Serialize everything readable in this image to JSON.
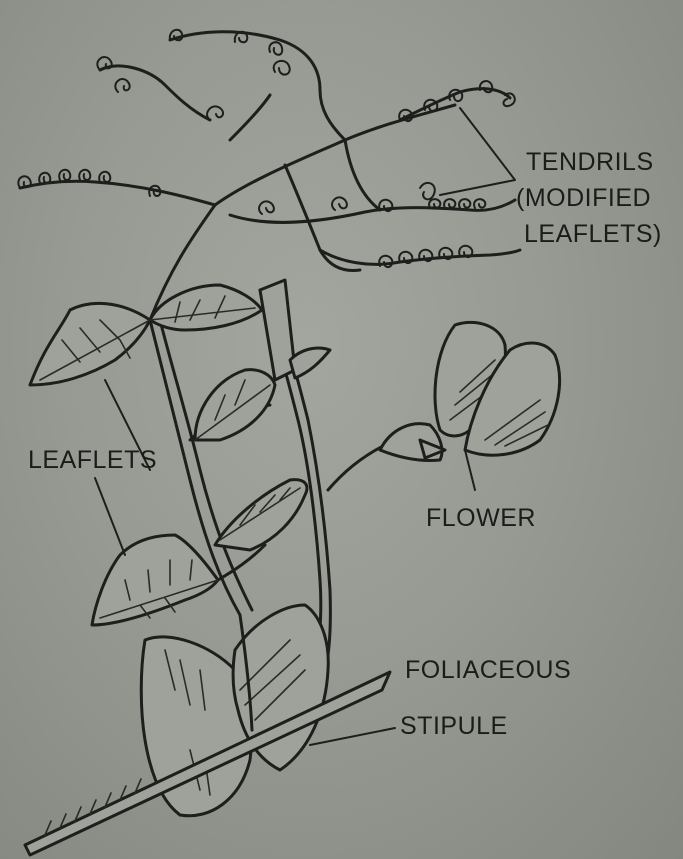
{
  "labels": {
    "tendrils_1": "TENDRILS",
    "tendrils_2": "(MODIFIED",
    "tendrils_3": "LEAFLETS)",
    "leaflets": "LEAFLETS",
    "flower": "FLOWER",
    "foliaceous": "FOLIACEOUS",
    "stipule": "STIPULE"
  },
  "colors": {
    "background": "#979a93",
    "ink": "#1e1f1c"
  }
}
